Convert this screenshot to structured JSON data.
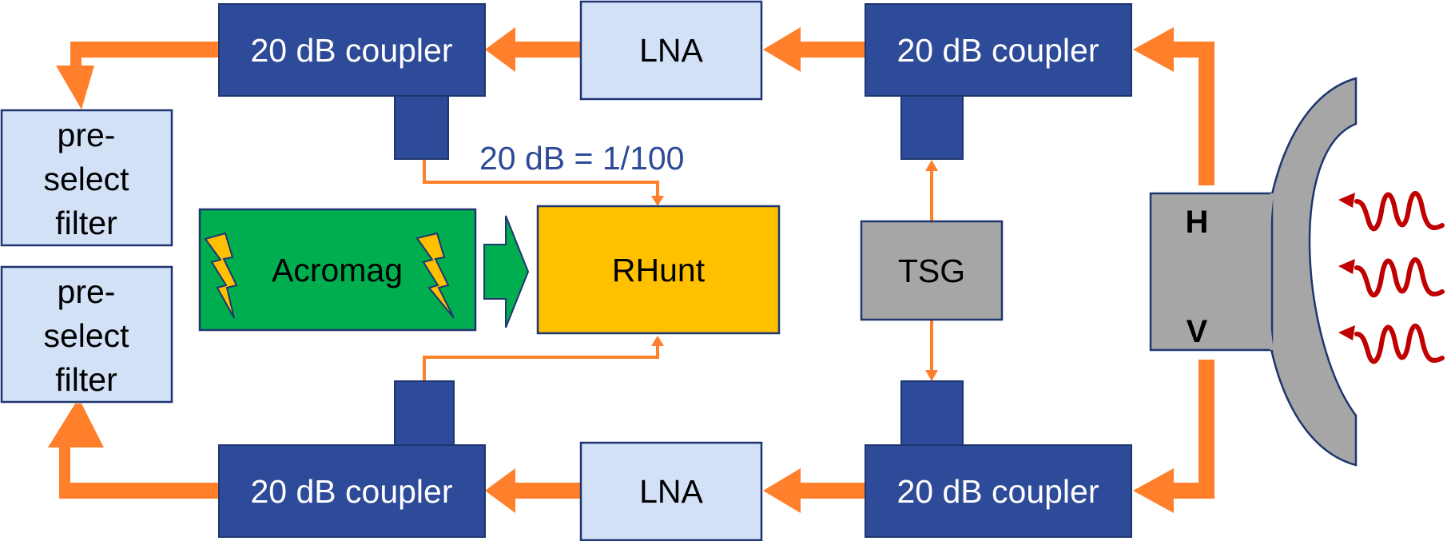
{
  "colors": {
    "coupler": "#2e4b99",
    "coupler_border": "#1f3570",
    "lna": "#d2e1f6",
    "filter": "#d2e1f6",
    "acromag": "#00ae50",
    "rhunt": "#ffc000",
    "tsg": "#a6a6a6",
    "feed": "#a6a6a6",
    "dish": "#a6a6a6",
    "signal_arrow": "#ff7f2a",
    "wave": "#c00000",
    "bolt": "#ffc000",
    "annotation": "#2e4a99"
  },
  "blocks": {
    "coupler_top_left": "20 dB coupler",
    "coupler_top_right": "20 dB coupler",
    "coupler_bottom_left": "20 dB coupler",
    "coupler_bottom_right": "20 dB coupler",
    "lna_top": "LNA",
    "lna_bottom": "LNA",
    "filter_top": [
      "pre-",
      "select",
      "filter"
    ],
    "filter_bottom": [
      "pre-",
      "select",
      "filter"
    ],
    "acromag": "Acromag",
    "rhunt": "RHunt",
    "tsg": "TSG",
    "feed_h": "H",
    "feed_v": "V"
  },
  "annotation": "20 dB = 1/100"
}
